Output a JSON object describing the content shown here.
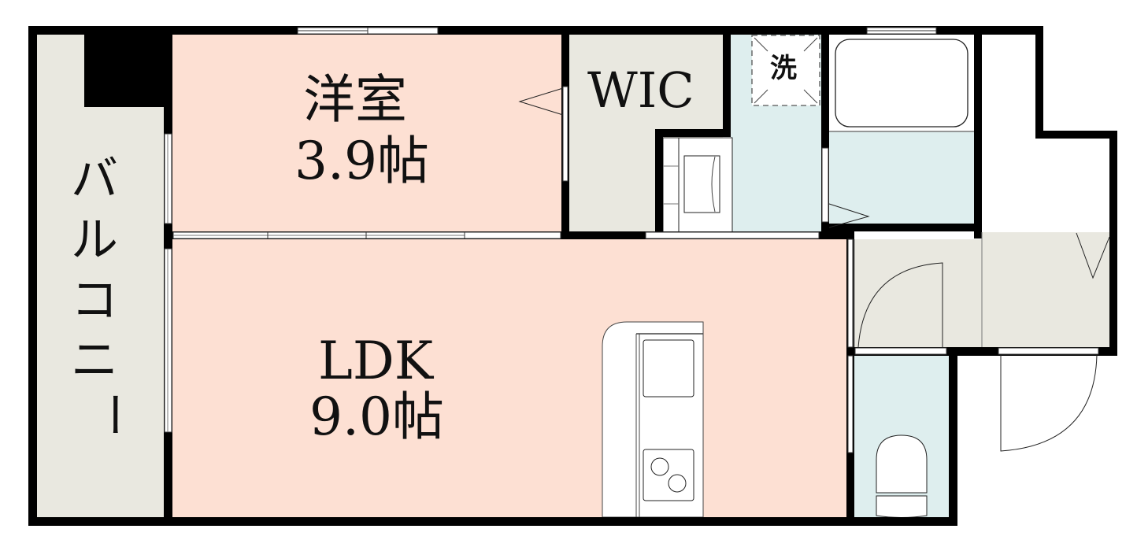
{
  "plan": {
    "rooms": [
      {
        "id": "western-room",
        "name": "洋室",
        "size": "3.9帖"
      },
      {
        "id": "ldk",
        "name": "LDK",
        "size": "9.0帖"
      },
      {
        "id": "wic",
        "name": "WIC"
      },
      {
        "id": "washroom",
        "name": "洗"
      },
      {
        "id": "balcony",
        "chars": [
          "バ",
          "ル",
          "コ",
          "ニ",
          "ー"
        ]
      }
    ],
    "colors": {
      "living": "#fde0d3",
      "storage": "#e9e8e0",
      "wet": "#deeeee",
      "wall": "#000000",
      "fixture": "#ffffff"
    }
  }
}
